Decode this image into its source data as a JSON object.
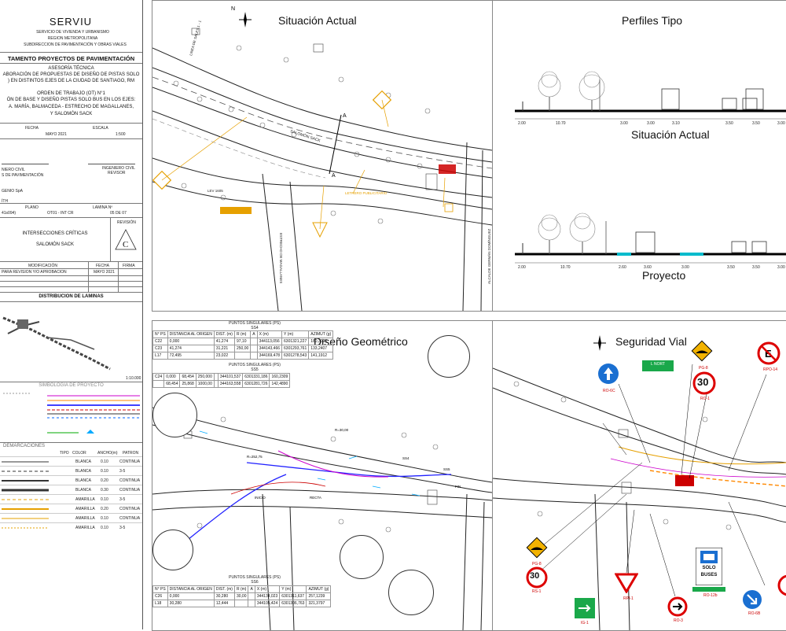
{
  "title_block": {
    "org": "SERVIU",
    "org_lines": [
      "SERVICIO DE VIVIENDA Y URBANISMO",
      "REGION METROPOLITANA",
      "SUBDIRECCION DE PAVIMENTACIÓN Y OBRAS VIALES"
    ],
    "department": "TAMENTO PROYECTOS DE PAVIMENTACIÓN",
    "project_lines": [
      "ASESORÍA TÉCNICA",
      "ABORACIÓN DE PROPUESTAS DE DISEÑO DE PISTAS SOLO",
      ") EN DISTINTOS EJES DE LA CIUDAD DE SANTIAGO, RM"
    ],
    "work_order": "ORDEN DE TRABAJO (OT) N°1",
    "work_order_lines": [
      "ÓN DE BASE Y DISEÑO PISTAS SOLO BUS EN LOS EJES:",
      "A. MARÍA, BALMACEDA - ESTRECHO DE MAGALLANES,",
      "Y SALOMÓN SACK"
    ],
    "fecha_label": "FECHA",
    "fecha_value": "MAYO 2021",
    "escala_label": "ESCALA",
    "escala_value": "1:500",
    "ing1_lines": [
      "NIERO CIVIL",
      "S DE PAVIMENTACIÓN"
    ],
    "ing2_lines": [
      "INGENIERO CIVIL",
      "REVISOR"
    ],
    "firm": "GENIO SpA",
    "row_label": "ÍTH",
    "plano_label": "PLANO",
    "plano_value": "OT01 - INT CR",
    "lamina_label": "LAMINA Nº",
    "lamina_value": "05 DE 07",
    "code": "41s094)",
    "sheet_name_lines": [
      "INTERSECCIONES CRÍTICAS",
      "SALOMÓN SACK"
    ],
    "revision_label": "REVISIÓN",
    "revision_value": "C",
    "mod_label": "MODIFICACIÓN",
    "mod_fecha_label": "FECHA",
    "mod_firma_label": "FIRMA",
    "mod_text": "PARA REVISION Y/O APROBACION",
    "mod_date": "MAYO 2021",
    "dist_title": "DISTRIBUCION DE LAMINAS",
    "dist_scale": "1:10.000",
    "simb_title": "SIMBOLOGIA DE PROYECTO",
    "dem_title": "DEMARCACIONES",
    "dem_headers": [
      "TIPO",
      "COLOR",
      "ANCHO(m)",
      "PATRON"
    ],
    "dem_rows": [
      [
        "BLANCA",
        "0.10",
        "CONTINUA"
      ],
      [
        "BLANCA",
        "0.10",
        "3-5"
      ],
      [
        "BLANCA",
        "0.20",
        "CONTINUA"
      ],
      [
        "BLANCA",
        "0.30",
        "CONTINUA"
      ],
      [
        "AMARILLA",
        "0.10",
        "3-5"
      ],
      [
        "AMARILLA",
        "0.20",
        "CONTINUA"
      ],
      [
        "AMARILLA",
        "0.10",
        "CONTINUA"
      ],
      [
        "AMARILLA",
        "0.10",
        "3-5"
      ]
    ]
  },
  "panels": {
    "situacion": {
      "title": "Situación Actual",
      "labels": [
        "SALOMÓN SACK",
        "LEV 1605",
        "LETRERO PUBLICITARIO",
        "LINEA DE SALES 1 - 1",
        "ALCALDE GERMÁN DOMÍNGUEZ",
        "ESTRECHO DE MAGALLANES"
      ]
    },
    "perfiles": {
      "title": "Perfiles Tipo",
      "sub1": "Situación Actual",
      "sub2": "Proyecto",
      "dims1": [
        "2.00",
        "10.70",
        "3.00",
        "3.00",
        "3.10",
        "3.50",
        "3.50",
        "3.00"
      ],
      "dims2": [
        "2.00",
        "10.70",
        "2.60",
        "3.60",
        "3.00",
        "3.50",
        "3.50",
        "3.00"
      ]
    },
    "geometrico": {
      "title": "Diseño Geométrico",
      "table1_title": "PUNTOS SINGULARES (PS)",
      "table1_sub": "SS4",
      "table_headers": [
        "N° PS",
        "DISTANCIA AL ORIGEN",
        "DIST. (m)",
        "R (m)",
        "A",
        "X (m)",
        "Y (m)",
        "AZIMUT (g)"
      ],
      "table1_rows": [
        [
          "C22",
          "0,000",
          "41,274",
          "97,10",
          "",
          "344113,056",
          "6301321,227",
          "180,3023"
        ],
        [
          "C23",
          "41,274",
          "31,221",
          "250,00",
          "",
          "344143,466",
          "6301293,761",
          "133,2407"
        ],
        [
          "L17",
          "72,495",
          "23,022",
          "",
          "",
          "344169,478",
          "6301278,543",
          "141,1912"
        ]
      ],
      "table2_title": "PUNTOS SINGULARES (PS)",
      "table2_sub": "SS5",
      "table2_rows": [
        [
          "C24",
          "0,000",
          "68,454",
          "250,000",
          "",
          "344101,537",
          "6301331,186",
          "160,2309"
        ],
        [
          "",
          "68,454",
          "25,868",
          "1000,00",
          "",
          "344163,558",
          "6301281,726",
          "142,4890"
        ]
      ],
      "table3_title": "PUNTOS SINGULARES (PS)",
      "table3_sub": "SS6",
      "table3_rows": [
        [
          "C26",
          "0,000",
          "30,280",
          "30,00",
          "",
          "344134,023",
          "6301311,637",
          "257,1239"
        ],
        [
          "L18",
          "30,280",
          "12,444",
          "",
          "",
          "344105,424",
          "6301306,763",
          "321,3797"
        ]
      ],
      "labels": [
        "R=252,75",
        "R=30,00",
        "INICIO",
        "FIN",
        "SS4",
        "SS5",
        "RECTA"
      ]
    },
    "seguridad": {
      "title": "Seguridad Vial",
      "signs": [
        "RO-6C",
        "PG-8",
        "RO-1",
        "RPO-14",
        "PG-8",
        "RS-1",
        "RPI-1",
        "RO-3",
        "RO-12b",
        "RO-6B",
        "IG-1"
      ],
      "speed": "30",
      "solo_buses_lines": [
        "SOLO",
        "BUSES"
      ],
      "green_sign": "L NORT"
    }
  }
}
